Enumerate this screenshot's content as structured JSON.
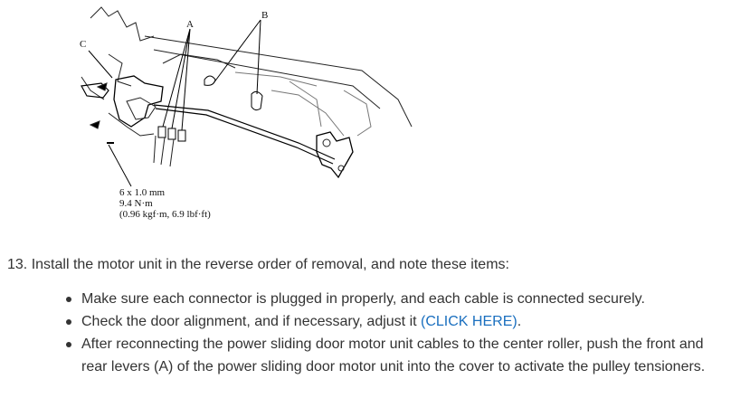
{
  "figure": {
    "callout_a": "A",
    "callout_b": "B",
    "callout_c": "C",
    "torque_spec": [
      "6 x 1.0 mm",
      "9.4 N·m",
      "(0.96 kgf·m, 6.9 lbf·ft)"
    ]
  },
  "step": {
    "number": "13.",
    "text": "Install the motor unit in the reverse order of removal, and note these items:"
  },
  "bullets": [
    {
      "text": "Make sure each connector is plugged in properly, and each cable is connected securely."
    },
    {
      "text_before": "Check the door alignment, and if necessary, adjust it ",
      "link": "(CLICK HERE)",
      "text_after": "."
    },
    {
      "text": "After reconnecting the power sliding door motor unit cables to the center roller, push the front and rear levers (A) of the power sliding door motor unit into the cover to activate the pulley tensioners."
    }
  ]
}
